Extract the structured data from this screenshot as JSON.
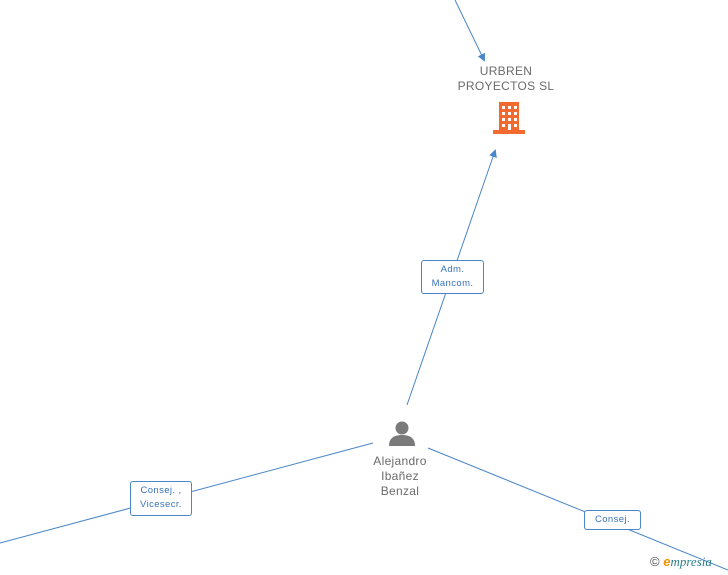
{
  "nodes": {
    "company": {
      "name_line1": "URBREN",
      "name_line2": "PROYECTOS SL",
      "icon": "building-icon",
      "color": "#f26a2e"
    },
    "person": {
      "name_line1": "Alejandro",
      "name_line2": "Ibañez",
      "name_line3": "Benzal",
      "icon": "person-icon",
      "color": "#7a7a7a"
    }
  },
  "edges": {
    "adm": {
      "line1": "Adm.",
      "line2": "Mancom."
    },
    "vicesecr": {
      "line1": "Consej. ,",
      "line2": "Vicesecr."
    },
    "consej": {
      "line1": "Consej."
    }
  },
  "colors": {
    "edge": "#4a86c8"
  },
  "watermark": {
    "copyright": "©",
    "e": "e",
    "rest": "mpresia"
  }
}
